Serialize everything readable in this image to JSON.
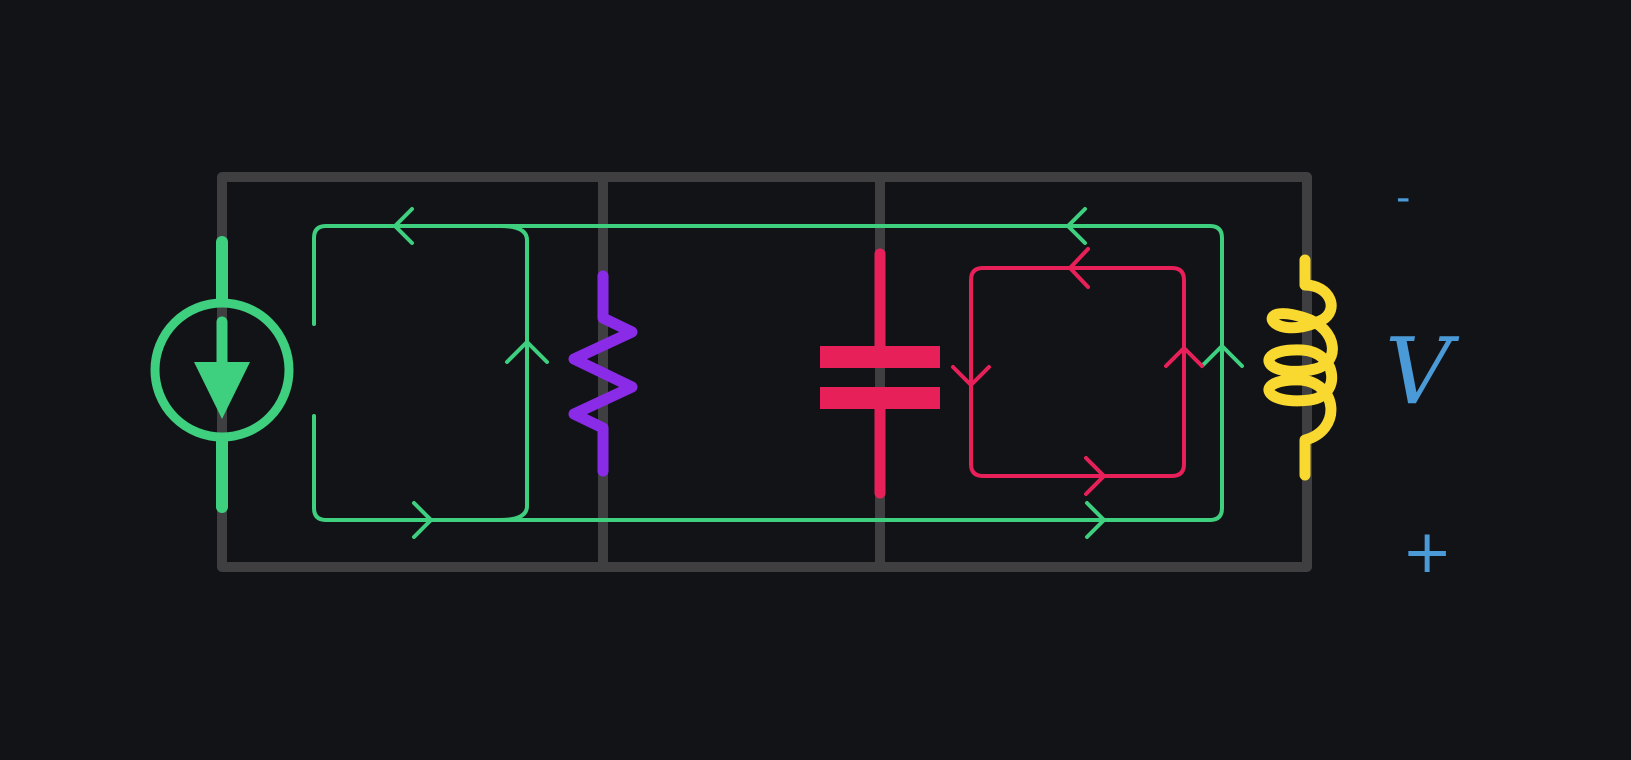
{
  "colors": {
    "background": "#121317",
    "circuit_wire": "#3f3f42",
    "current_source": "#3ecf7f",
    "resistor": "#8a2be8",
    "capacitor": "#e8205a",
    "inductor": "#f9d830",
    "current_loop_outer": "#3ecf7f",
    "current_loop_capacitor": "#e8205a",
    "voltage_label": "#4a9ad8"
  },
  "components": [
    {
      "id": "current-source",
      "kind": "current source",
      "icon": "current-source-icon",
      "arrow": "down"
    },
    {
      "id": "resistor",
      "kind": "resistor",
      "icon": "resistor-icon"
    },
    {
      "id": "capacitor",
      "kind": "capacitor",
      "icon": "capacitor-icon"
    },
    {
      "id": "inductor",
      "kind": "inductor",
      "icon": "inductor-icon"
    }
  ],
  "loops": [
    {
      "id": "outer-loop",
      "color": "green",
      "direction": "counterclockwise"
    },
    {
      "id": "source-loop",
      "color": "green",
      "direction": "counterclockwise"
    },
    {
      "id": "capacitor-loop",
      "color": "red",
      "direction": "counterclockwise"
    }
  ],
  "voltage_label": {
    "minus": "-",
    "symbol": "V",
    "plus": "+"
  }
}
